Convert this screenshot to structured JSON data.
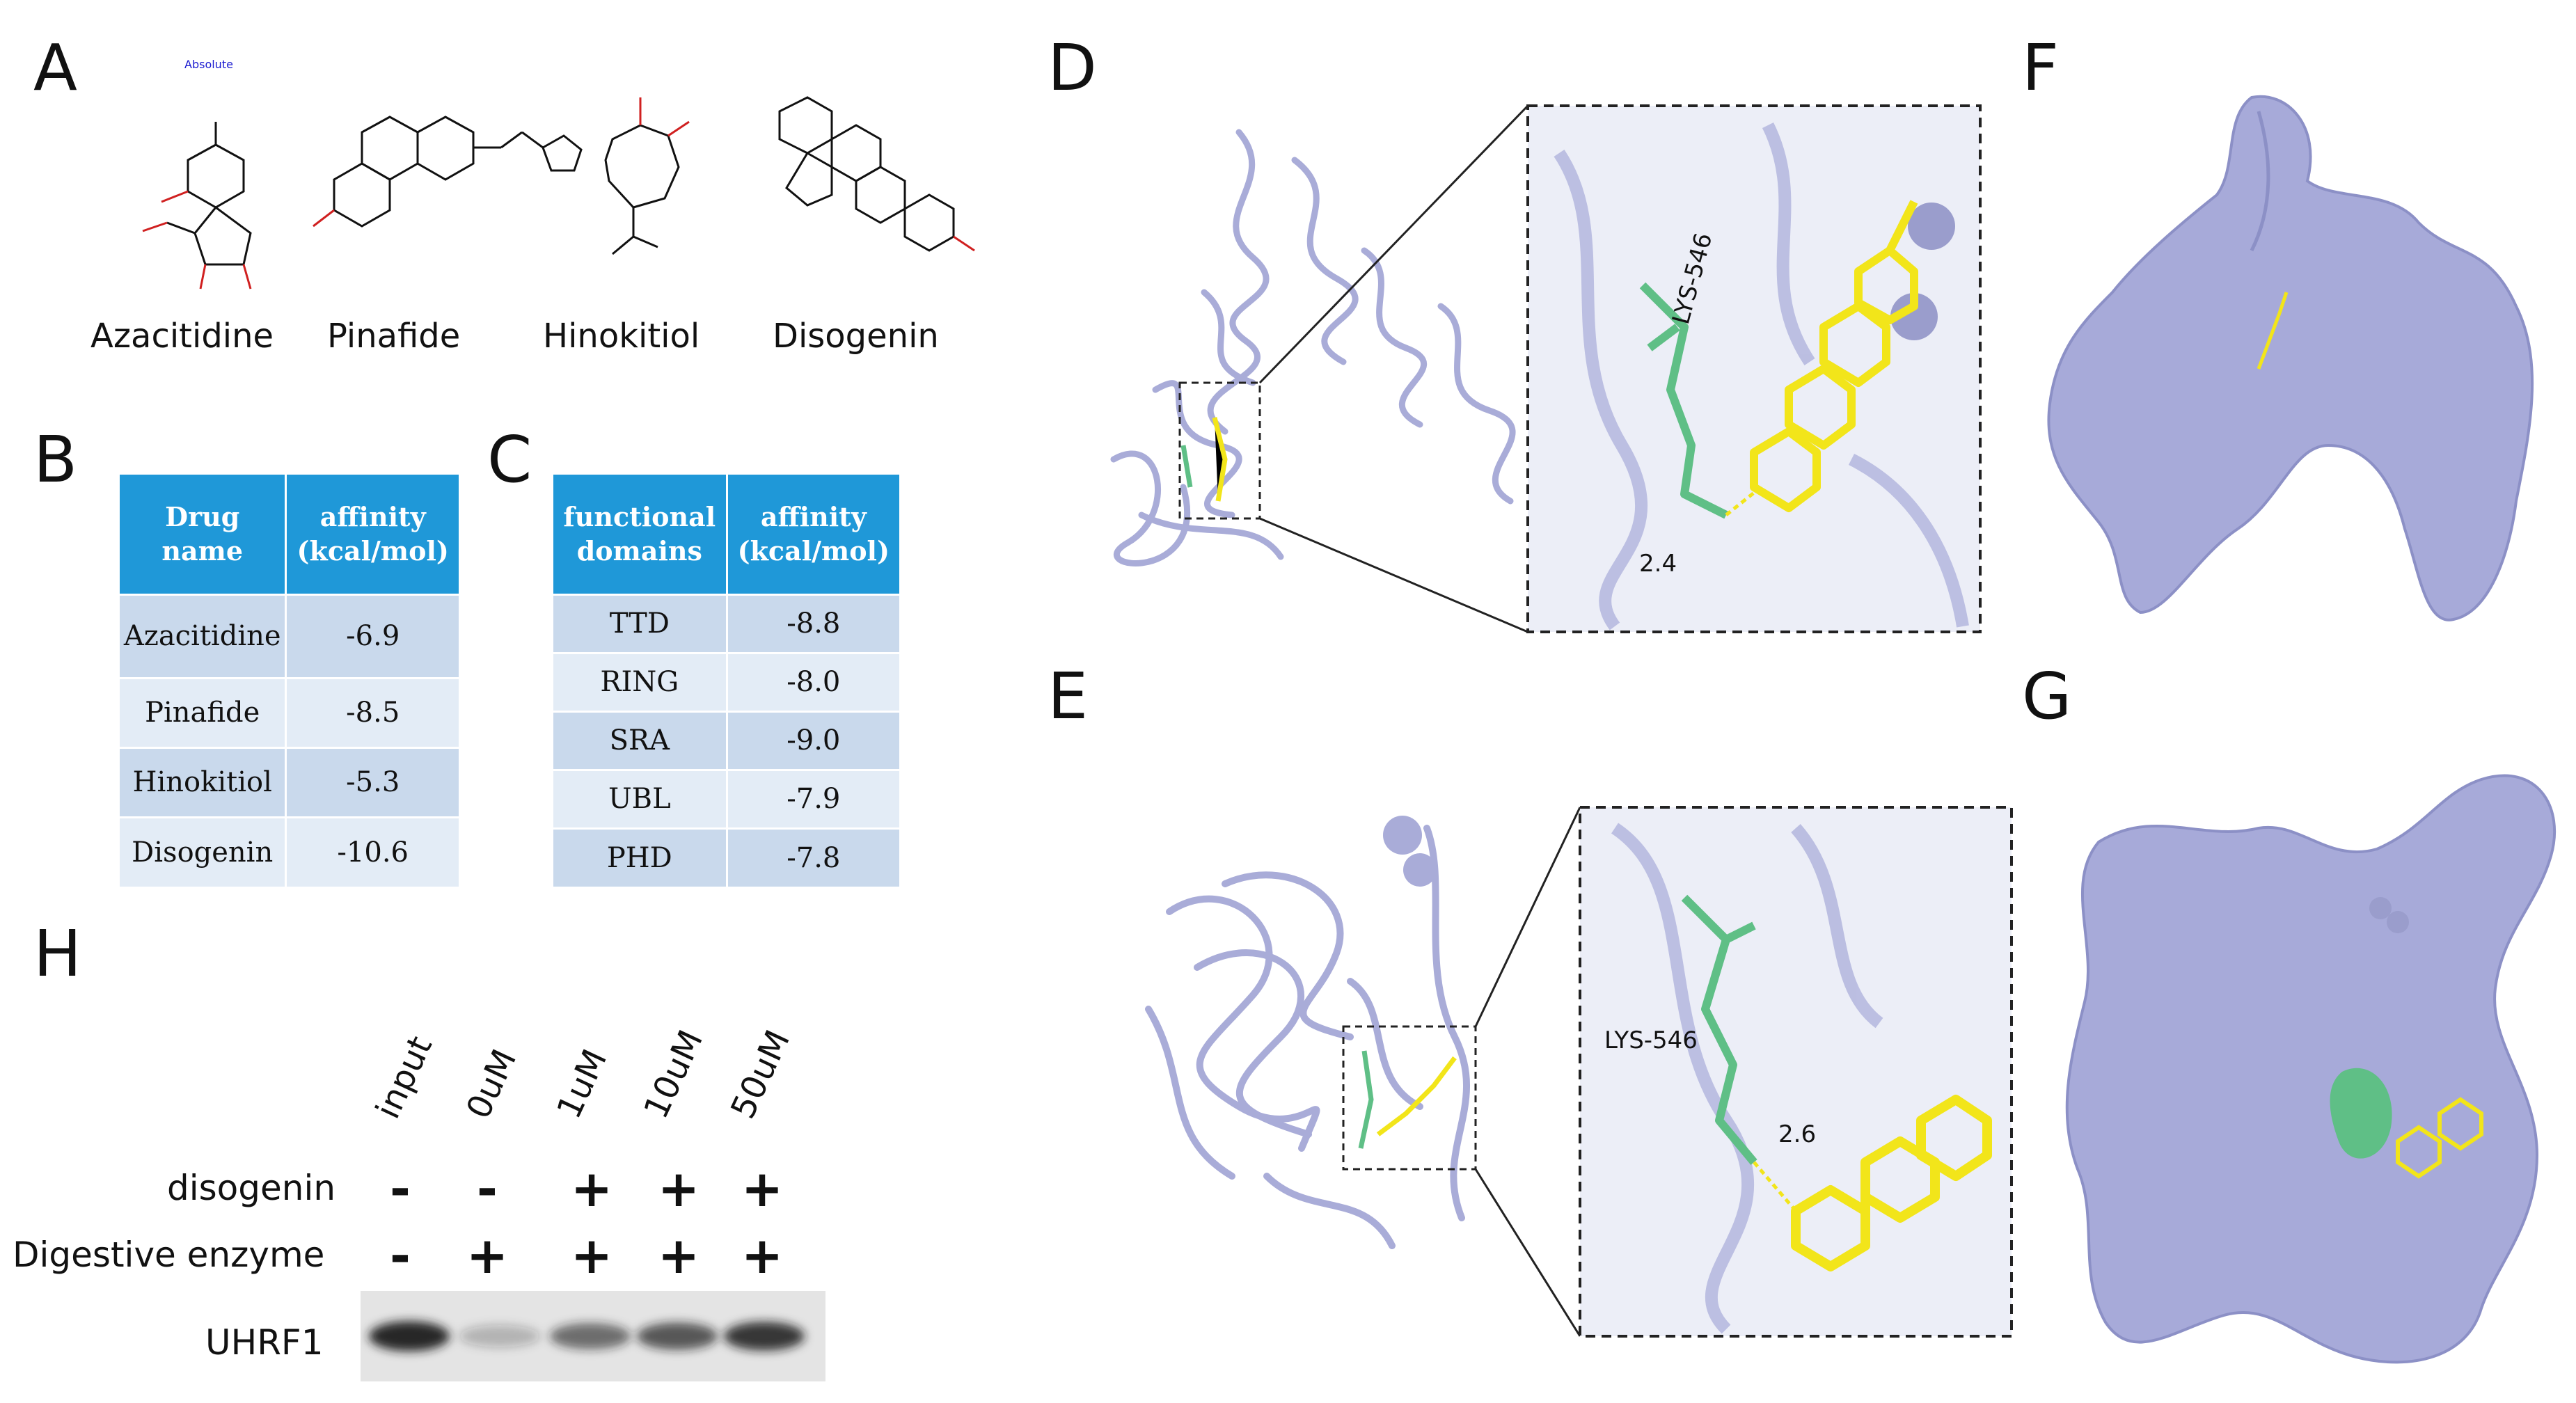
{
  "panels": {
    "A": "A",
    "B": "B",
    "C": "C",
    "D": "D",
    "E": "E",
    "F": "F",
    "G": "G",
    "H": "H"
  },
  "molecules": [
    {
      "name": "Azacitidine",
      "annotation": "Absolute"
    },
    {
      "name": "Pinafide"
    },
    {
      "name": "Hinokitiol"
    },
    {
      "name": "Disogenin"
    }
  ],
  "table_b": {
    "headers": [
      "Drug name",
      "affinity (kcal/mol)"
    ],
    "rows": [
      {
        "drug": "Azacitidine",
        "affinity": "-6.9"
      },
      {
        "drug": "Pinafide",
        "affinity": "-8.5"
      },
      {
        "drug": "Hinokitiol",
        "affinity": "-5.3"
      },
      {
        "drug": "Disogenin",
        "affinity": "-10.6"
      }
    ]
  },
  "table_c": {
    "headers": [
      "functional domains",
      "affinity (kcal/mol)"
    ],
    "rows": [
      {
        "domain": "TTD",
        "affinity": "-8.8"
      },
      {
        "domain": "RING",
        "affinity": "-8.0"
      },
      {
        "domain": "SRA",
        "affinity": "-9.0"
      },
      {
        "domain": "UBL",
        "affinity": "-7.9"
      },
      {
        "domain": "PHD",
        "affinity": "-7.8"
      }
    ]
  },
  "docking_d": {
    "residue": "LYS-546",
    "distance": "2.4"
  },
  "docking_e": {
    "residue": "LYS-546",
    "distance": "2.6"
  },
  "western": {
    "lanes": [
      "input",
      "0uM",
      "1uM",
      "10uM",
      "50uM"
    ],
    "rows": [
      {
        "label": "disogenin",
        "signs": [
          "-",
          "-",
          "+",
          "+",
          "+"
        ]
      },
      {
        "label": "Digestive enzyme",
        "signs": [
          "-",
          "+",
          "+",
          "+",
          "+"
        ]
      }
    ],
    "protein": "UHRF1",
    "band_intensity": [
      0.95,
      0.25,
      0.6,
      0.7,
      0.85
    ]
  },
  "colors": {
    "protein": "#a9acd8",
    "ligand": "#f2e51a",
    "residue": "#5fbf86",
    "header": "#1f98d8"
  }
}
